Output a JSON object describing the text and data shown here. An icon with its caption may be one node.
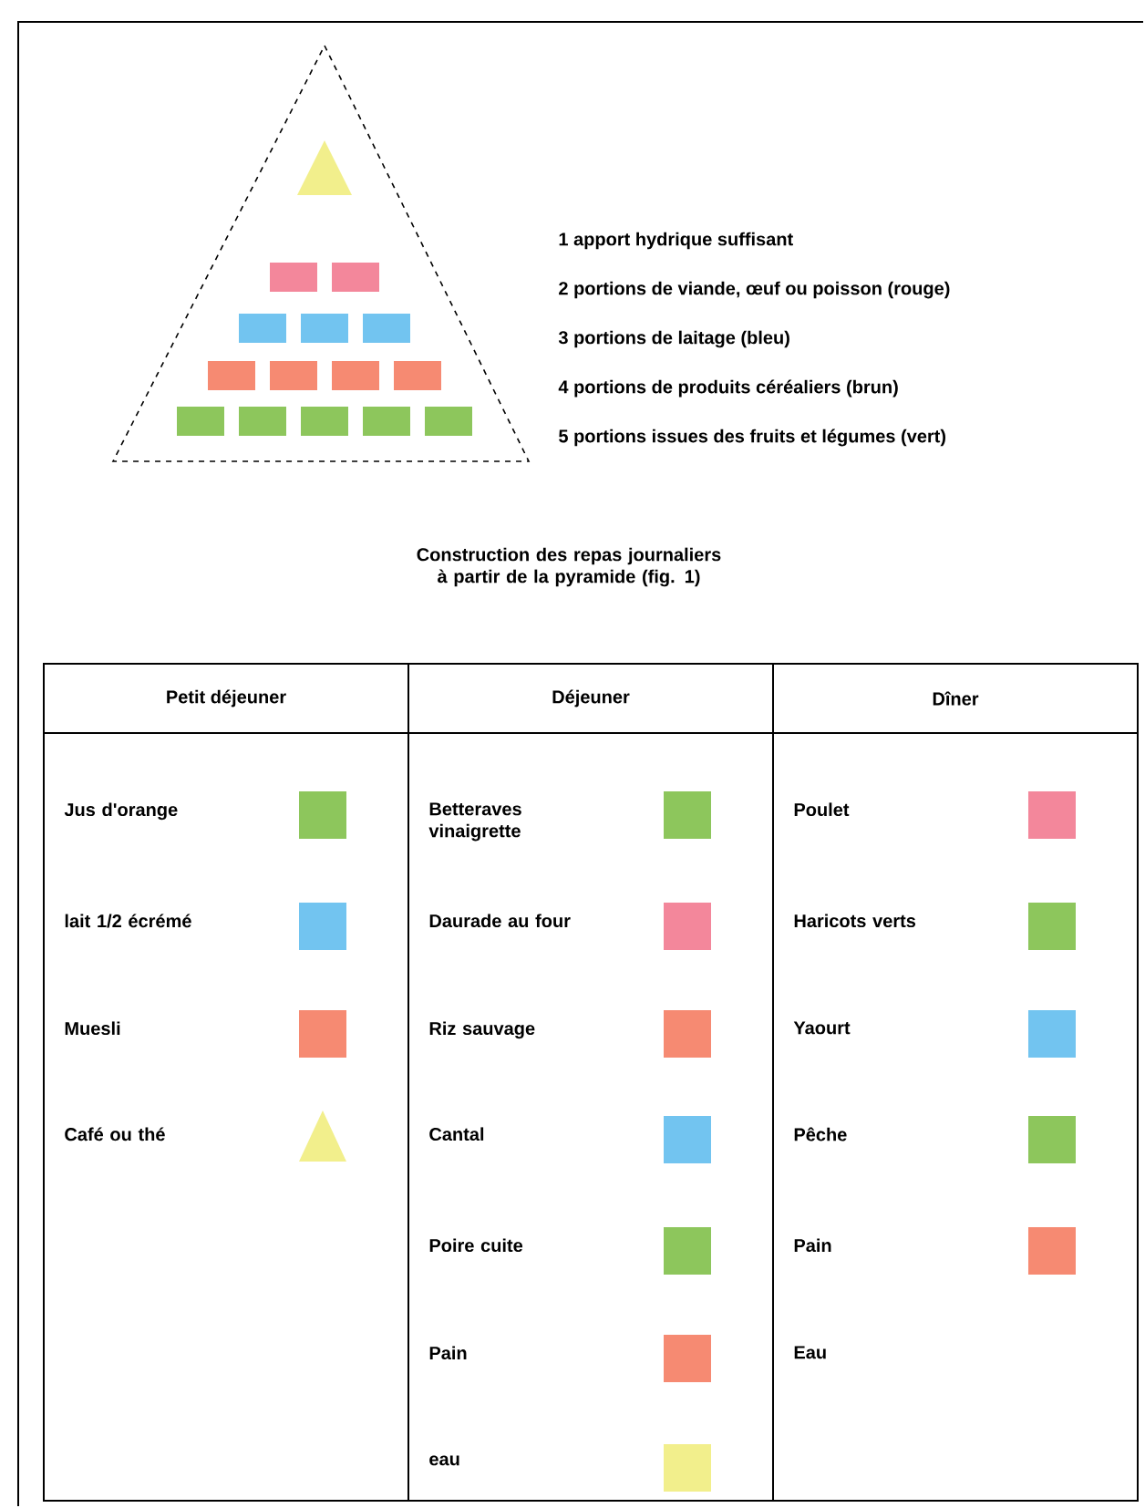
{
  "diagram": {
    "caption": "Construction des repas journaliers à partir de la pyramide (fig. 1)",
    "labels": [
      "Petit déjeuner",
      "Déjeuner",
      "Dîner",
      "Jus d'orange",
      "Betteraves vinaigrette",
      "Poulet",
      "lait 1/2 écrémé",
      "Daurade au four",
      "Haricots verts",
      "Muesli",
      "Riz sauvage",
      "Yaourt",
      "Café ou thé",
      "Cantal",
      "Pêche",
      "Poire cuite",
      "Pain",
      "Pain",
      "Eau",
      "eau"
    ],
    "legend": [
      {
        "text": "1 apport hydrique suffisant",
        "color": "#f2ef8c"
      },
      {
        "text": "2 portions de viande, œuf ou poisson (rouge)",
        "color": "#f3879b"
      },
      {
        "text": "3 portions de laitage (bleu)",
        "color": "#72c4f0"
      },
      {
        "text": "4 portions de produits céréaliers (brun)",
        "color": "#f68a72"
      },
      {
        "text": "5 portions issues des fruits et légumes (vert)",
        "color": "#8dc65c"
      }
    ]
  }
}
